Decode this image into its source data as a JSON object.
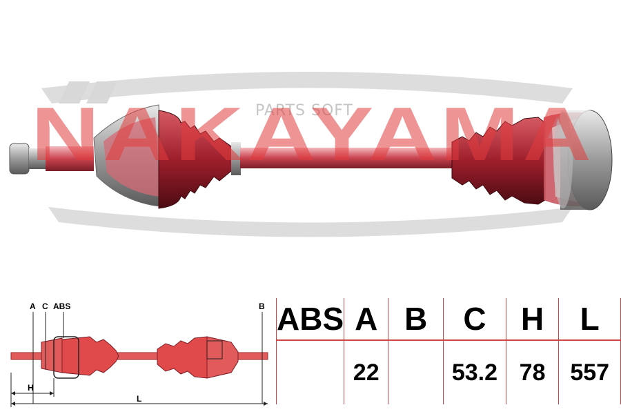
{
  "watermark": {
    "brand": "NAKAYAMA",
    "sub": "PARTS SOFT"
  },
  "diagram": {
    "labels": [
      "A",
      "C",
      "ABS",
      "B",
      "H",
      "L"
    ]
  },
  "spec_table": {
    "headers": [
      "ABS",
      "A",
      "B",
      "C",
      "H",
      "L"
    ],
    "values": [
      "",
      "22",
      "",
      "53.2",
      "78",
      "557"
    ]
  },
  "colors": {
    "accent_red": "#e03a3a",
    "table_border": "#cc4444",
    "boot_red": "#c9343f"
  }
}
